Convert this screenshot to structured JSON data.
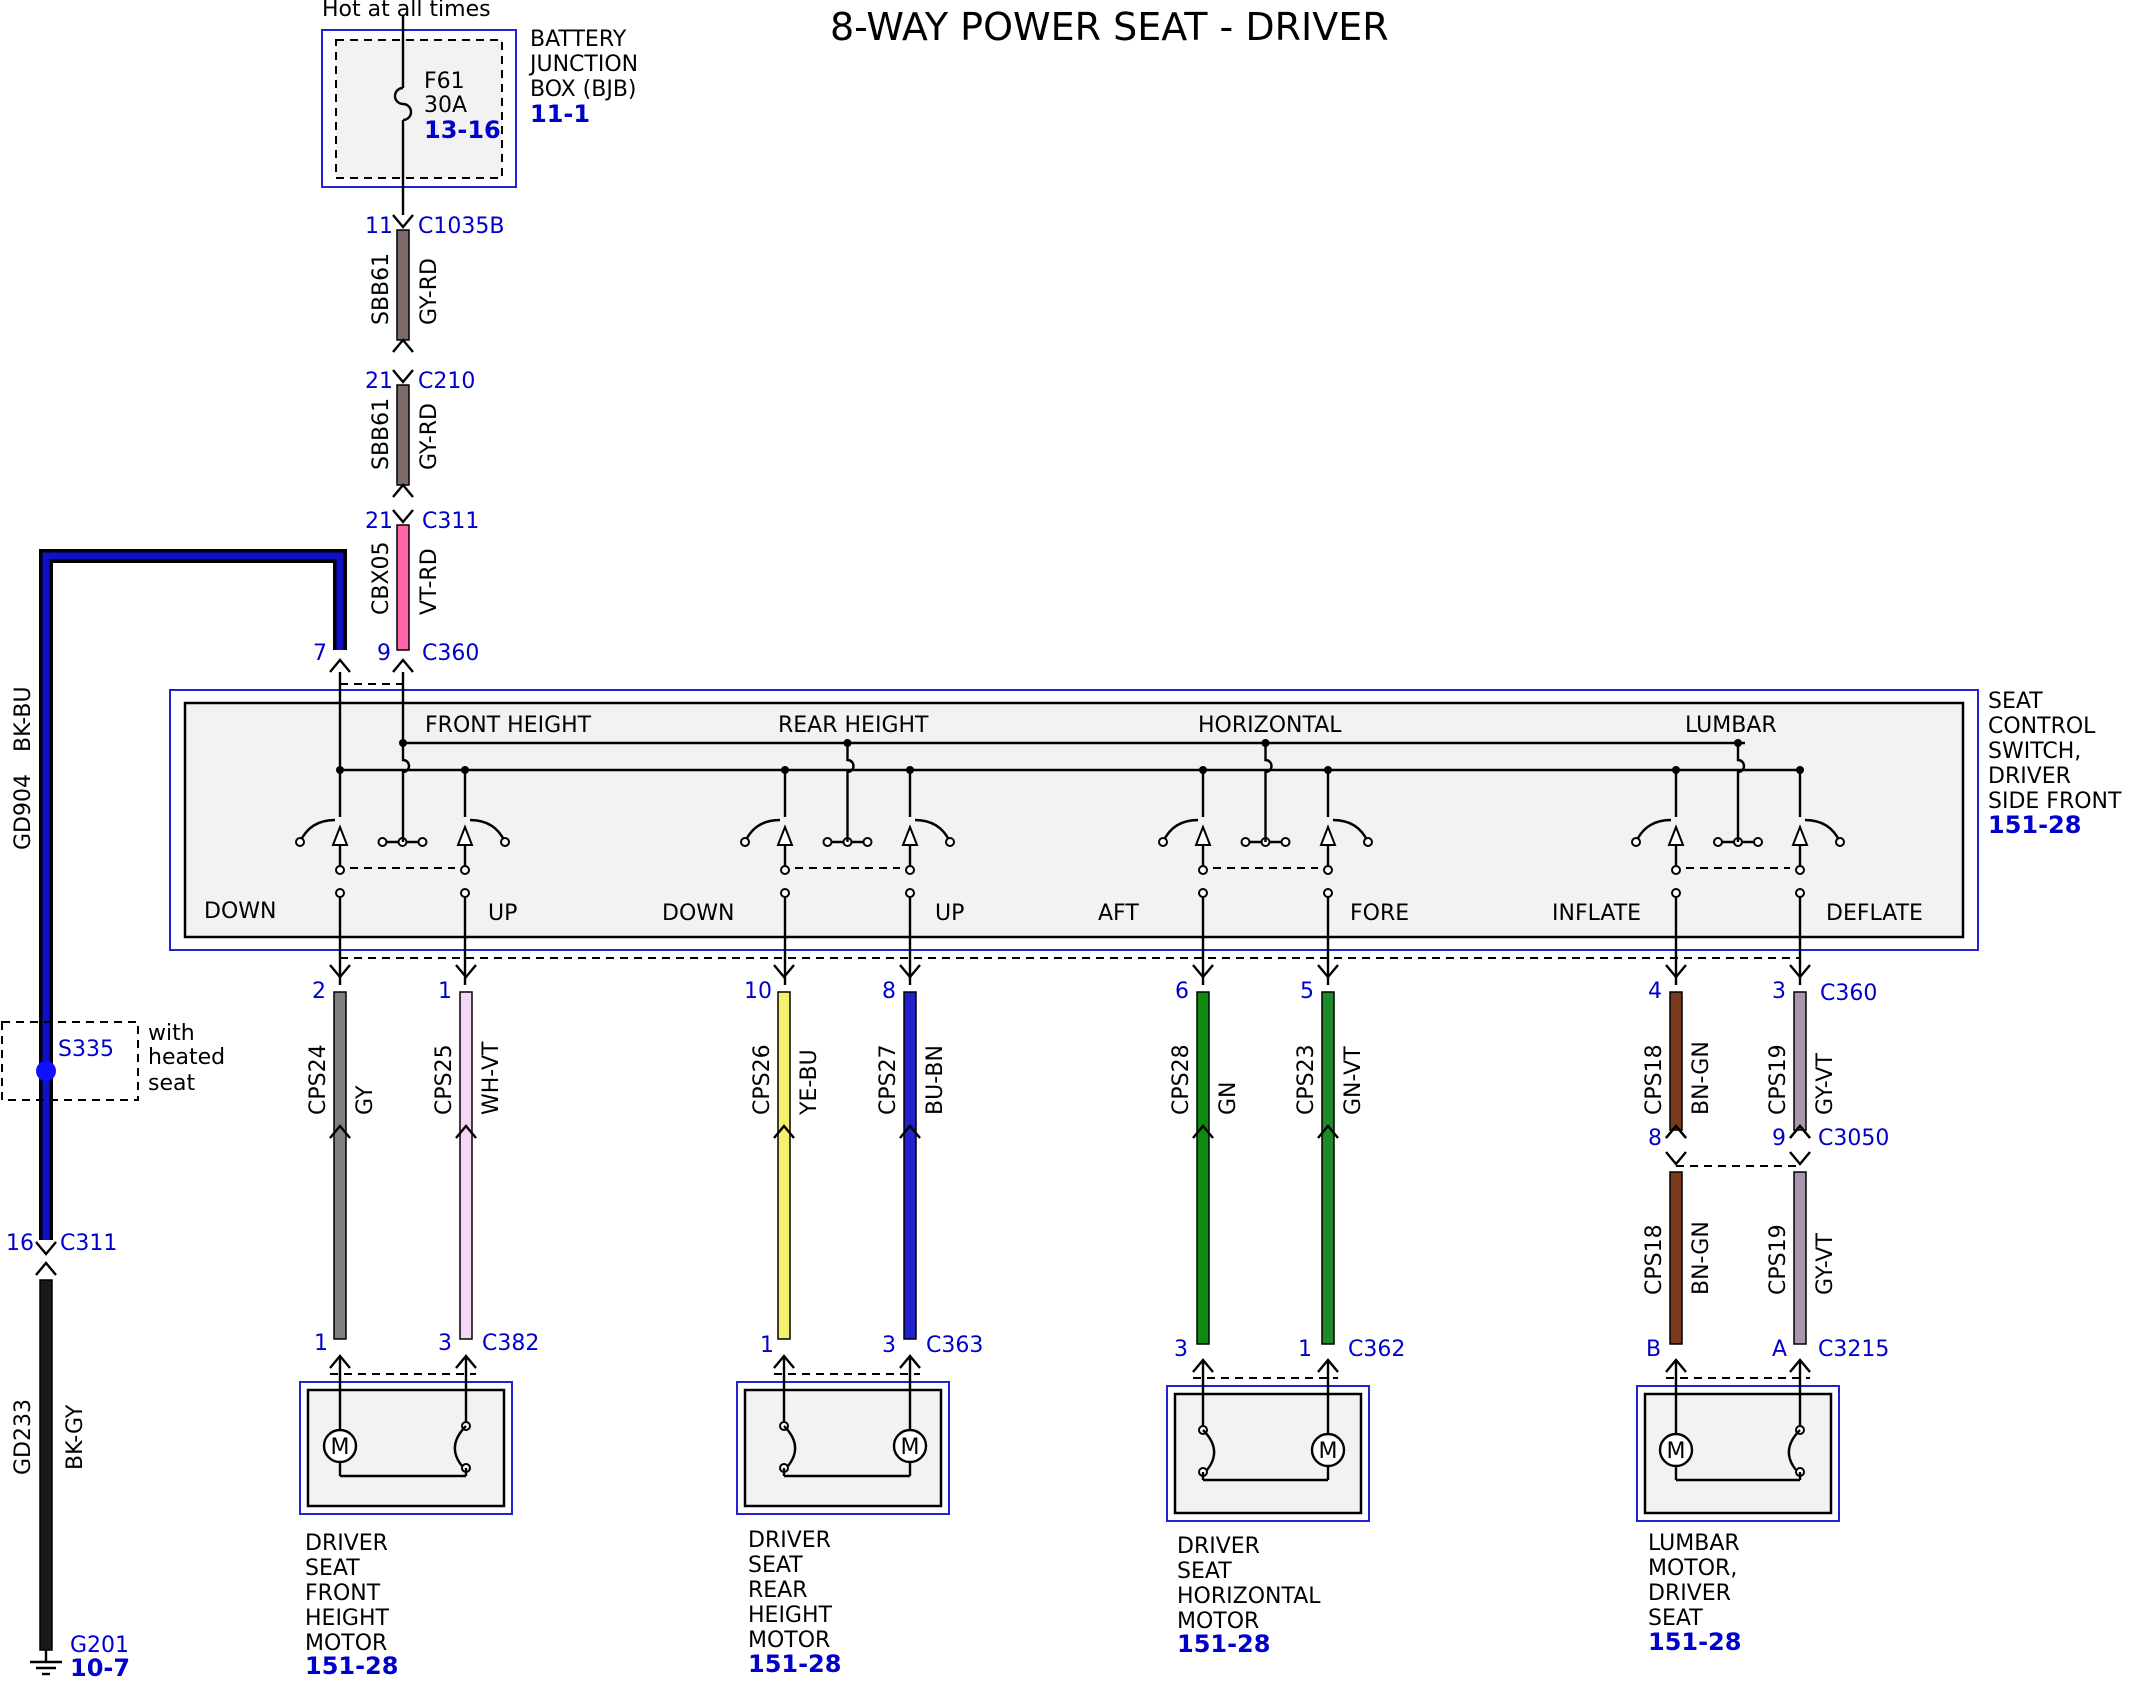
{
  "title": "8-WAY POWER SEAT - DRIVER",
  "hot_label": "Hot at all times",
  "bjb": {
    "name_lines": [
      "BATTERY",
      "JUNCTION",
      "BOX (BJB)"
    ],
    "ref": "11-1",
    "fuse": "F61",
    "amp": "30A",
    "fuse_ref": "13-16"
  },
  "feed": [
    {
      "pin": "11",
      "conn": "C1035B",
      "circuit": "SBB61",
      "color": "GY-RD",
      "hex": "#7d6a6a"
    },
    {
      "pin": "21",
      "conn": "C210",
      "circuit": "SBB61",
      "color": "GY-RD",
      "hex": "#7d6a6a"
    },
    {
      "pin": "21",
      "conn": "C311",
      "circuit": "CBX05",
      "color": "VT-RD",
      "hex": "#ff66aa"
    }
  ],
  "switch": {
    "name_lines": [
      "SEAT",
      "CONTROL",
      "SWITCH,",
      "DRIVER",
      "SIDE FRONT"
    ],
    "ref": "151-28",
    "top_pins": [
      {
        "pin": "7"
      },
      {
        "pin": "9",
        "conn": "C360"
      }
    ],
    "sections": [
      "FRONT HEIGHT",
      "REAR HEIGHT",
      "HORIZONTAL",
      "LUMBAR"
    ],
    "directions": [
      "DOWN",
      "UP",
      "DOWN",
      "UP",
      "AFT",
      "FORE",
      "INFLATE",
      "DEFLATE"
    ],
    "bottom_conn": "C360"
  },
  "ground": {
    "circuit": "GD904",
    "color": "BK-BU",
    "splice": "S335",
    "splice_note": [
      "with",
      "heated",
      "seat"
    ],
    "pin": "16",
    "conn": "C311",
    "circuit2": "GD233",
    "color2": "BK-GY",
    "gnd": "G201",
    "gnd_ref": "10-7"
  },
  "outputs": [
    {
      "pin": "2",
      "circuit": "CPS24",
      "color": "GY",
      "hex": "#808080",
      "mpin": "1"
    },
    {
      "pin": "1",
      "circuit": "CPS25",
      "color": "WH-VT",
      "hex": "#f4d7f4",
      "mpin": "3",
      "mconn": "C382"
    },
    {
      "pin": "10",
      "circuit": "CPS26",
      "color": "YE-BU",
      "hex": "#f5f06a",
      "mpin": "1"
    },
    {
      "pin": "8",
      "circuit": "CPS27",
      "color": "BU-BN",
      "hex": "#2222cc",
      "mpin": "3",
      "mconn": "C363"
    },
    {
      "pin": "6",
      "circuit": "CPS28",
      "color": "GN",
      "hex": "#0e8a0e",
      "mpin": "3"
    },
    {
      "pin": "5",
      "circuit": "CPS23",
      "color": "GN-VT",
      "hex": "#1f8a2a",
      "mpin": "1",
      "mconn": "C362"
    },
    {
      "pin": "4",
      "circuit": "CPS18",
      "color": "BN-GN",
      "hex": "#7a3a1e",
      "mid_pin": "8",
      "circuit2": "CPS18",
      "color2": "BN-GN",
      "mpin": "B"
    },
    {
      "pin": "3",
      "conn": "C360",
      "circuit": "CPS19",
      "color": "GY-VT",
      "hex": "#a896ae",
      "mid_pin": "9",
      "mid_conn": "C3050",
      "circuit2": "CPS19",
      "color2": "GY-VT",
      "mpin": "A",
      "mconn": "C3215"
    }
  ],
  "motors": [
    {
      "name_lines": [
        "DRIVER",
        "SEAT",
        "FRONT",
        "HEIGHT",
        "MOTOR"
      ],
      "ref": "151-28"
    },
    {
      "name_lines": [
        "DRIVER",
        "SEAT",
        "REAR",
        "HEIGHT",
        "MOTOR"
      ],
      "ref": "151-28"
    },
    {
      "name_lines": [
        "DRIVER",
        "SEAT",
        "HORIZONTAL",
        "MOTOR"
      ],
      "ref": "151-28"
    },
    {
      "name_lines": [
        "LUMBAR",
        "MOTOR,",
        "DRIVER",
        "SEAT"
      ],
      "ref": "151-28"
    }
  ],
  "motor_symbol": "M",
  "colors": {
    "label_blue": "#0000cc",
    "box_blue": "#2323d6"
  }
}
